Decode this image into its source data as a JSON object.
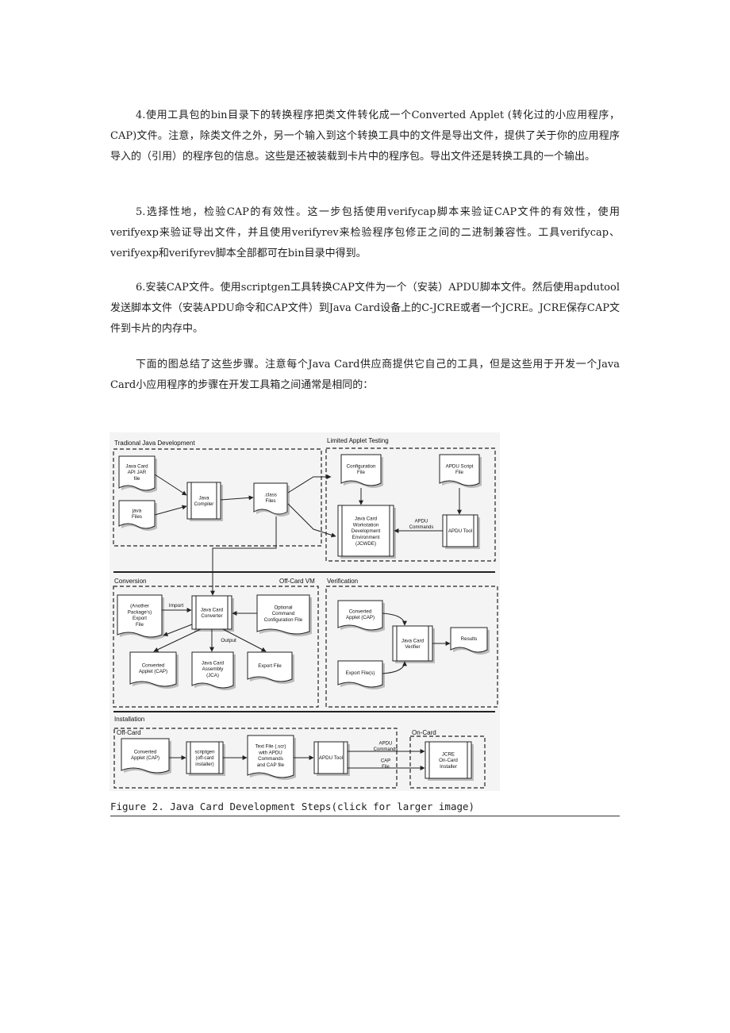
{
  "paragraphs": [
    "4.使用工具包的bin目录下的转换程序把类文件转化成一个Converted Applet (转化过的小应用程序，CAP)文件。注意，除类文件之外，另一个输入到这个转换工具中的文件是导出文件，提供了关于你的应用程序导入的（引用）的程序包的信息。这些是还被装载到卡片中的程序包。导出文件还是转换工具的一个输出。",
    "5.选择性地，检验CAP的有效性。这一步包括使用verifycap脚本来验证CAP文件的有效性，使用verifyexp来验证导出文件，并且使用verifyrev来检验程序包修正之间的二进制兼容性。工具verifycap、verifyexp和verifyrev脚本全部都可在bin目录中得到。",
    "6.安装CAP文件。使用scriptgen工具转换CAP文件为一个（安装）APDU脚本文件。然后使用apdutool发送脚本文件（安装APDU命令和CAP文件）到Java Card设备上的C-JCRE或者一个JCRE。JCRE保存CAP文件到卡片的内存中。",
    "下面的图总结了这些步骤。注意每个Java Card供应商提供它自己的工具，但是这些用于开发一个Java Card小应用程序的步骤在开发工具箱之间通常是相同的："
  ],
  "figure": {
    "sections": {
      "traditional": "Tradional Java Development",
      "limited": "Limited Applet Testing",
      "conversion": "Conversion",
      "offcard_vm": "Off-Card VM",
      "verification": "Verification",
      "installation": "Installation",
      "off_card": "Off-Card",
      "on_card": "On-Card"
    },
    "files": {
      "api_jar": [
        "Java Card",
        "API JAR",
        "file"
      ],
      "java_files": [
        "java",
        "Files"
      ],
      "class_files": [
        ".class",
        "Files"
      ],
      "config_file": [
        "Configuration",
        "File"
      ],
      "apdu_script": [
        "APDU Script",
        "File"
      ],
      "another_export": [
        "(Another",
        "Package's)",
        "Export",
        "File"
      ],
      "optional_config": [
        "Optional",
        "Command",
        "Configuration File"
      ],
      "cap_out": [
        "Converted",
        "Applet (CAP)"
      ],
      "jca": [
        "Java Card",
        "Assembly",
        "(JCA)"
      ],
      "export_out": [
        "Export File"
      ],
      "verif_cap": [
        "Converted",
        "Applet (CAP)"
      ],
      "verif_export": [
        "Export File(s)"
      ],
      "results": [
        "Results"
      ],
      "install_cap": [
        "Converted",
        "Applet (CAP)"
      ],
      "text_file": [
        "Text File (.scr)",
        "with APDU",
        "Commands",
        "and CAP file"
      ]
    },
    "processes": {
      "java_compiler": [
        "Java",
        "Compiler"
      ],
      "jcwde": [
        "Java Card",
        "Workstation",
        "Development",
        "Environment",
        "(JCWDE)"
      ],
      "apdu_tool_top": [
        "APDU Tool"
      ],
      "converter": [
        "Java Card",
        "Converter"
      ],
      "verifier": [
        "Java Card",
        "Verifier"
      ],
      "scriptgen": [
        "scriptgen",
        "(off-card",
        "installer)"
      ],
      "apdu_tool_install": [
        "APDU Tool"
      ],
      "jcre_installer": [
        "JCRE",
        "On-Card",
        "Installer"
      ]
    },
    "labels": {
      "apdu_commands": [
        "APDU",
        "Commands"
      ],
      "import": "Import",
      "output": "Output",
      "apdu_commands_install": [
        "APDU",
        "Commands"
      ],
      "cap_file": [
        "CAP",
        "File"
      ]
    }
  },
  "caption": "Figure 2. Java Card Development Steps(click for larger image)"
}
